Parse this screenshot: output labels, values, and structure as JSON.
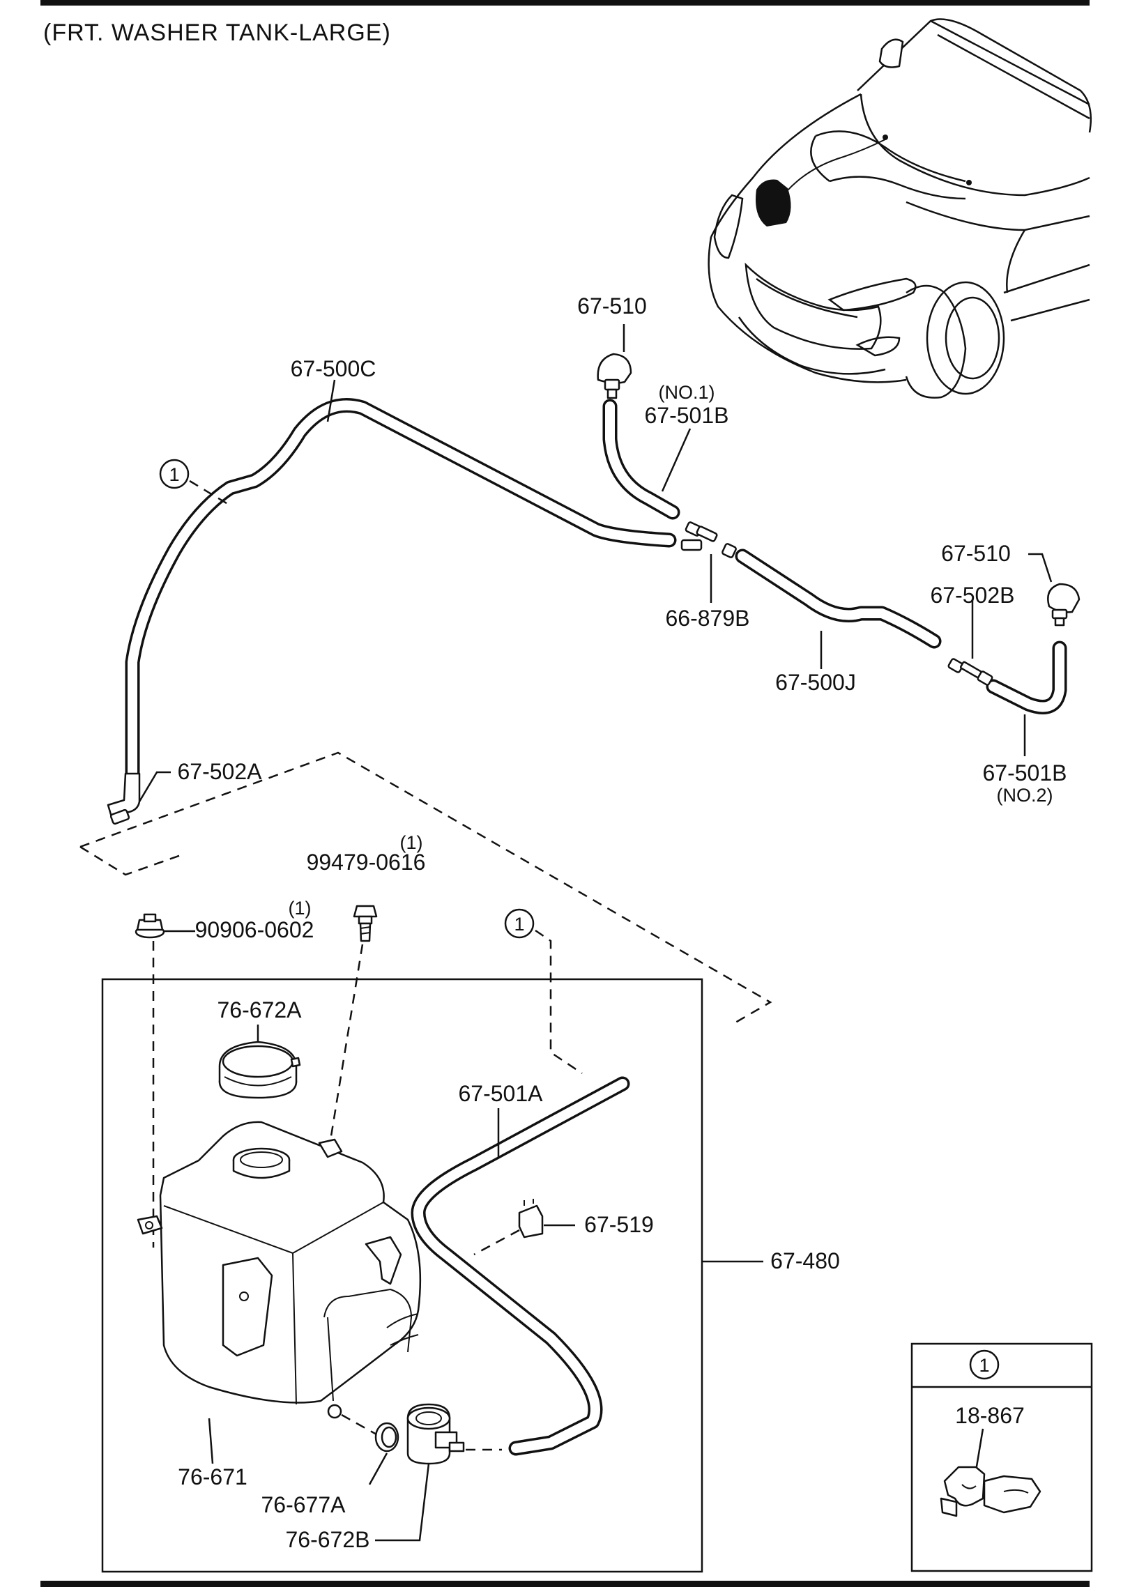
{
  "title": "(FRT. WASHER TANK-LARGE)",
  "callout": {
    "symbol": "1"
  },
  "labels": {
    "nozzle_top": "67-510",
    "hose_500c": "67-500C",
    "hose_501b_no1_note": "(NO.1)",
    "hose_501b_no1": "67-501B",
    "nozzle_right": "67-510",
    "joint_502b": "67-502B",
    "joint_879b": "66-879B",
    "hose_500j": "67-500J",
    "hose_501b_no2": "67-501B",
    "hose_501b_no2_note": "(NO.2)",
    "joint_502a": "67-502A",
    "bolt_qty": "(1)",
    "bolt": "99479-0616",
    "nut_qty": "(1)",
    "nut": "90906-0602",
    "cap": "76-672A",
    "hose_501a": "67-501A",
    "clip_519": "67-519",
    "assembly_480": "67-480",
    "tank": "76-671",
    "grommet": "76-677A",
    "pump": "76-672B",
    "legend_clip": "18-867"
  },
  "colors": {
    "line": "#111111",
    "background": "#ffffff"
  },
  "icons": [
    "car-illustration",
    "washer-nozzle-icon",
    "bolt-icon",
    "nut-icon",
    "washer-tank-icon",
    "pump-motor-icon",
    "hose-clip-icon"
  ]
}
